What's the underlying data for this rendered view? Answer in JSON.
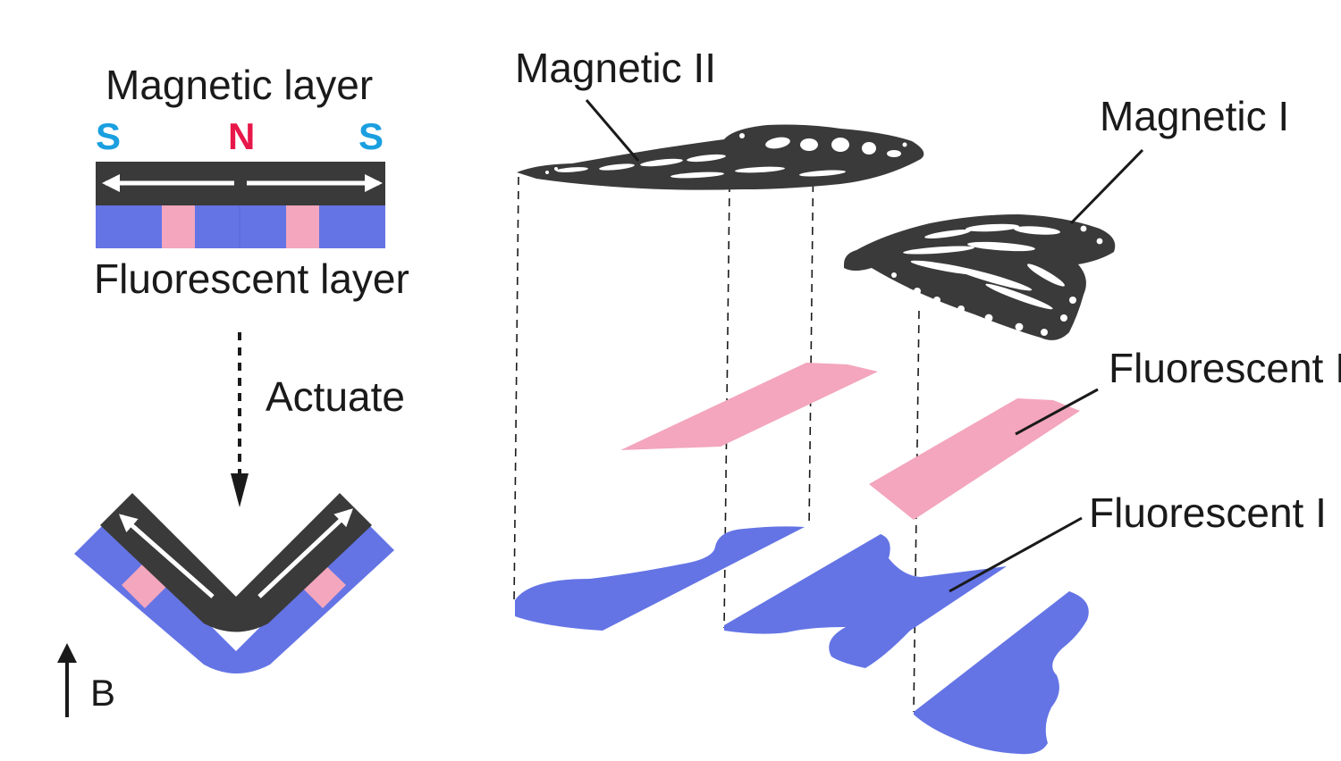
{
  "left_schematic": {
    "top_label": "Magnetic layer",
    "bottom_label": "Fluorescent layer",
    "poles": [
      {
        "text": "S",
        "color": "#1a9fe0"
      },
      {
        "text": "N",
        "color": "#e8174a"
      },
      {
        "text": "S",
        "color": "#1a9fe0"
      }
    ],
    "actuate_label": "Actuate",
    "field_label": "B"
  },
  "exploded_view": {
    "labels": {
      "magnetic_2": "Magnetic II",
      "magnetic_1": "Magnetic I",
      "fluorescent_2": "Fluorescent I",
      "fluorescent_1": "Fluorescent I"
    }
  },
  "colors": {
    "magnetic": "#3a3a3a",
    "fluorescent_blue": "#6474e5",
    "fluorescent_pink": "#f3a6bd",
    "pole_s": "#1a9fe0",
    "pole_n": "#e8174a"
  }
}
